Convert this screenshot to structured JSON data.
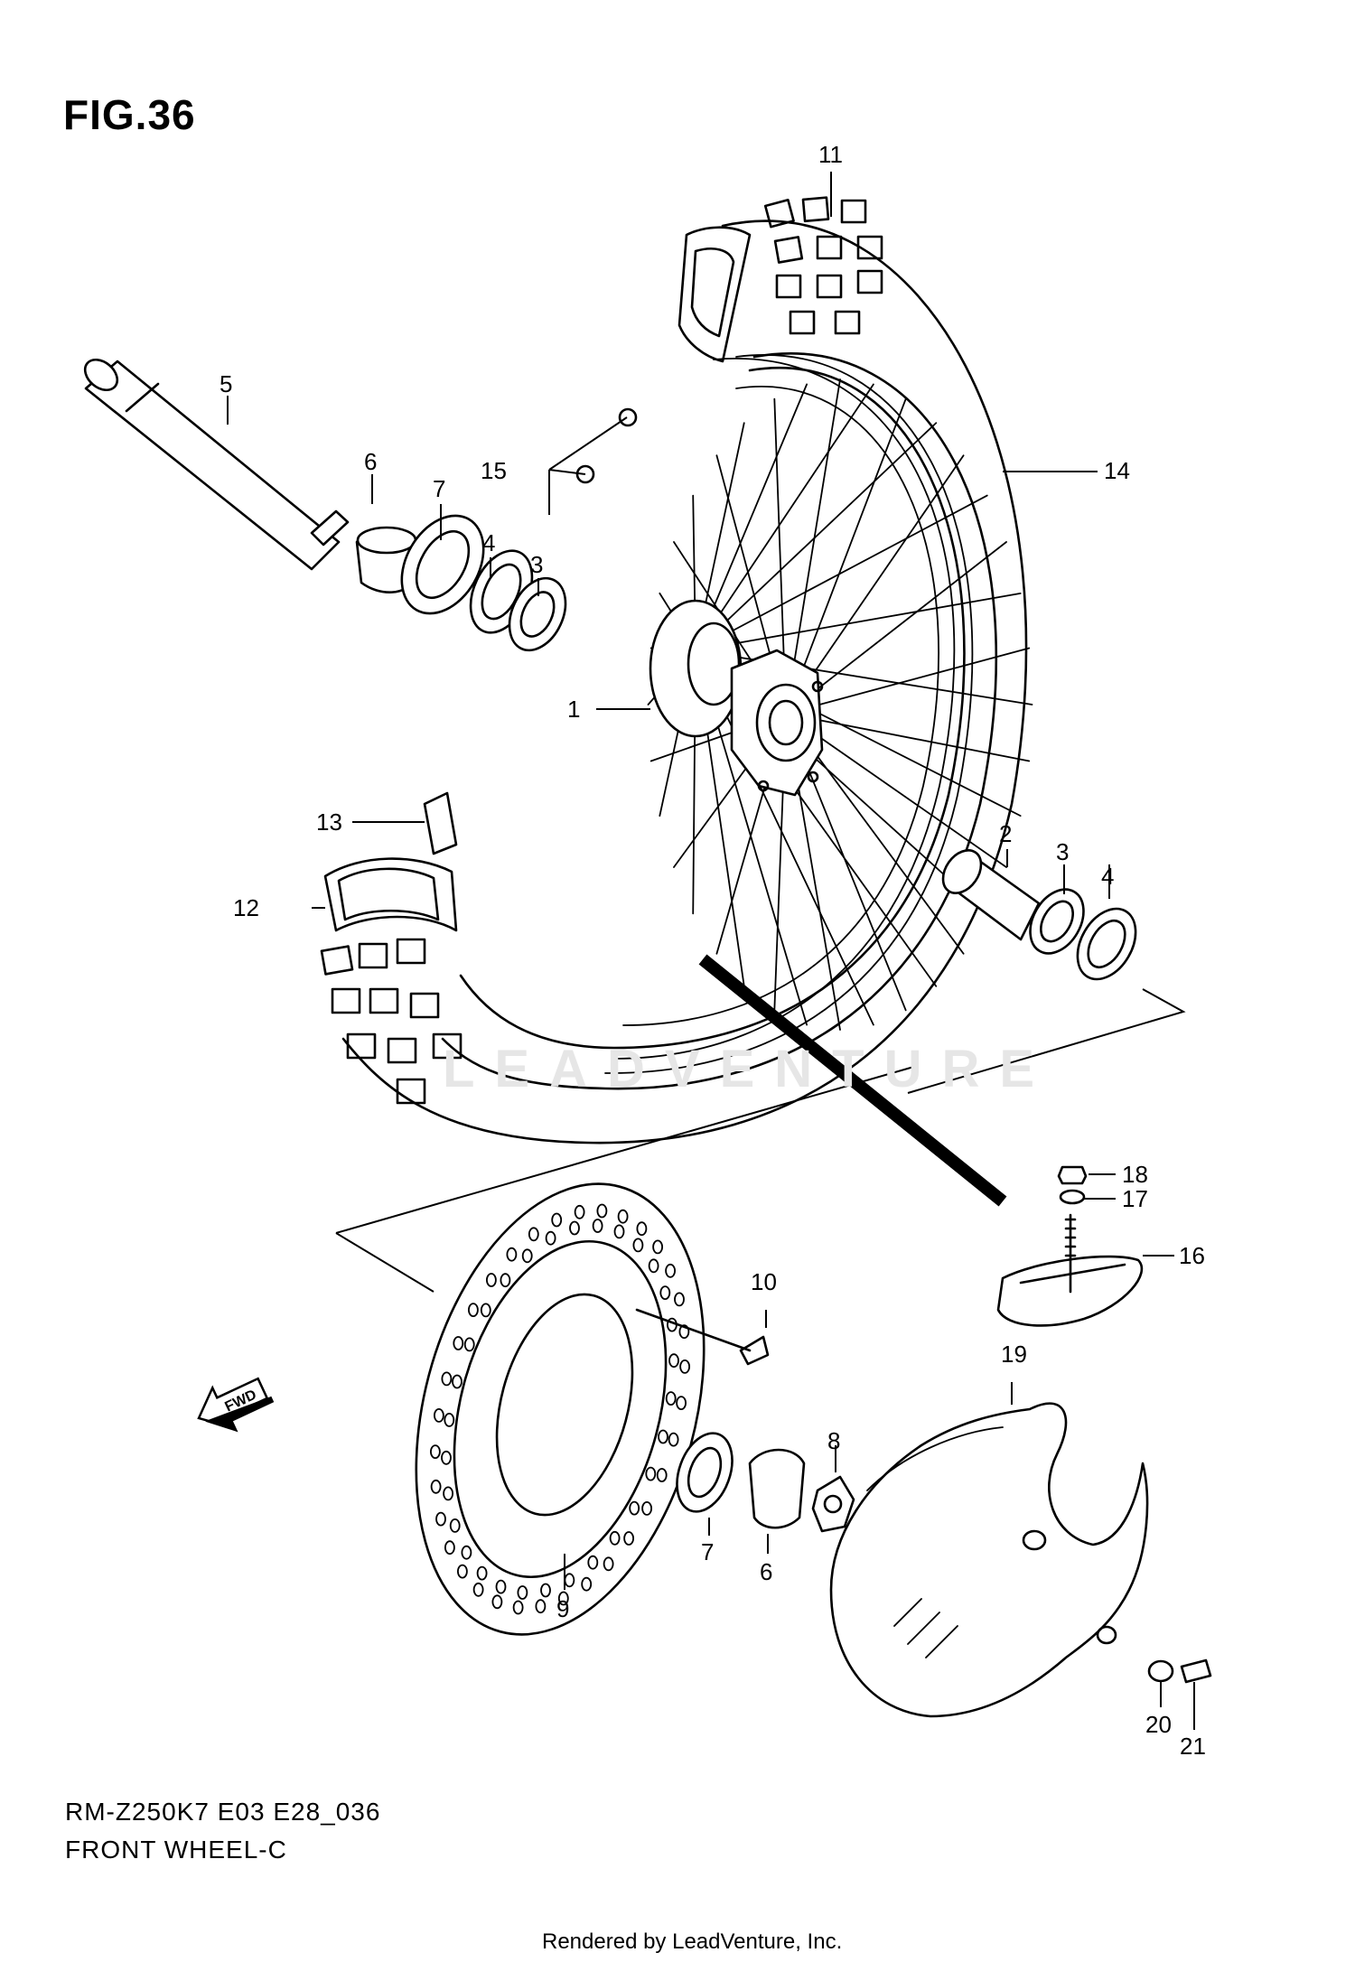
{
  "figure": {
    "title": "FIG.36",
    "model_code": "RM-Z250K7 E03 E28_036",
    "name": "FRONT WHEEL-C",
    "credit": "Rendered by LeadVenture, Inc.",
    "watermark": "LEADVENTURE"
  },
  "callouts": {
    "1": "1",
    "2": "2",
    "3a": "3",
    "3b": "3",
    "4a": "4",
    "4b": "4",
    "5": "5",
    "6a": "6",
    "6b": "6",
    "7a": "7",
    "7b": "7",
    "8": "8",
    "9": "9",
    "10": "10",
    "11": "11",
    "12": "12",
    "13": "13",
    "14": "14",
    "15": "15",
    "16": "16",
    "17": "17",
    "18": "18",
    "19": "19",
    "20": "20",
    "21": "21"
  },
  "icons": {
    "fwd_arrow": "forward-direction-arrow-icon",
    "fwd_text": "FWD"
  }
}
